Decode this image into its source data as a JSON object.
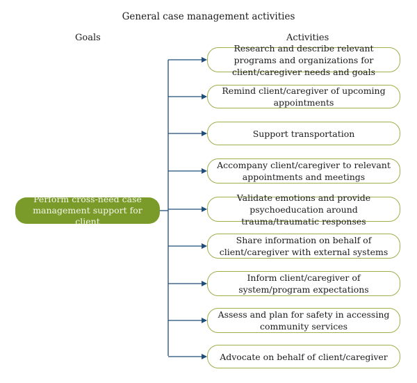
{
  "title": "General case management activities",
  "goals_header": "Goals",
  "activities_header": "Activities",
  "goal": "Perform cross-need case management support for client",
  "activities": [
    "Research and describe relevant programs and organizations for client/caregiver needs and goals",
    "Remind client/caregiver of upcoming appointments",
    "Support transportation",
    "Accompany client/caregiver to relevant appointments and meetings",
    "Validate emotions and provide psychoeducation around trauma/traumatic responses",
    "Share information on behalf of client/caregiver with external systems",
    "Inform client/caregiver of system/program expectations",
    "Assess and plan for safety in accessing community services",
    "Advocate on behalf of client/caregiver"
  ],
  "colors": {
    "goal_fill": "#7a9a2a",
    "activity_border": "#9bb04a",
    "connector": "#1f4e79"
  }
}
